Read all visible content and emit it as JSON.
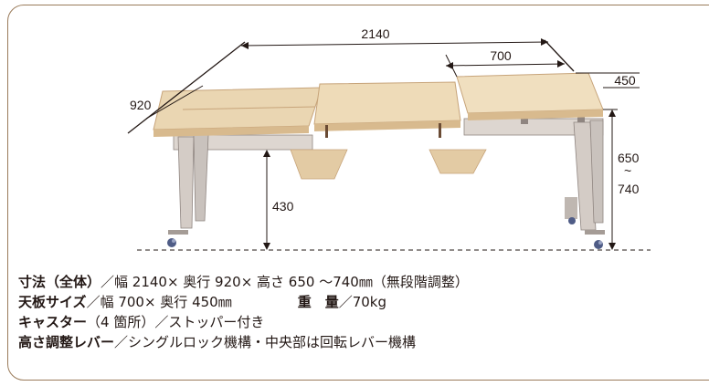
{
  "dimensions": {
    "width_total": "2140",
    "depth_total": "920",
    "top_width": "700",
    "top_depth": "450",
    "height_range_top": "650",
    "height_range_sep": "~",
    "height_range_bottom": "740",
    "lower_height": "430"
  },
  "specs": {
    "overall_label": "寸法（全体）",
    "overall_value": "／幅 2140× 奥行 920× 高さ 650 ～740㎜（無段階調整）",
    "top_label": "天板サイズ",
    "top_value": "／幅 700× 奥行 450㎜",
    "weight_label": "重　量",
    "weight_value": "／70kg",
    "caster_label": "キャスター",
    "caster_value": "（4 箇所）／ストッパー付き",
    "lever_label": "高さ調整レバー",
    "lever_value": "／シングルロック機構・中央部は回転レバー機構"
  },
  "colors": {
    "wood": "#e6cfa6",
    "wood_edge": "#c7a47a",
    "frame": "#c9c2bd",
    "frame_dark": "#8f8580",
    "caster": "#4f5c86",
    "border": "#9a7b5a"
  }
}
